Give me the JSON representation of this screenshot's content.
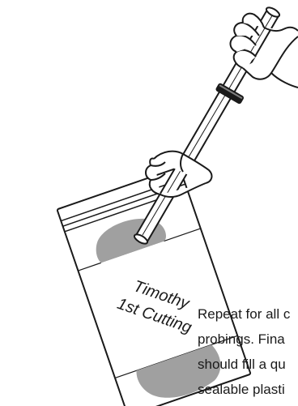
{
  "bag": {
    "label_line1": "Timothy",
    "label_line2": "1st Cutting"
  },
  "caption": {
    "lines": [
      "Repeat for all c",
      "probings. Fina",
      "should fill a qu",
      "sealable plasti"
    ]
  },
  "colors": {
    "outline": "#1a1a1a",
    "hay_sample": "#a0a0a0",
    "probe_tube": "#ffffff",
    "probe_band": "#1a1a1a"
  }
}
